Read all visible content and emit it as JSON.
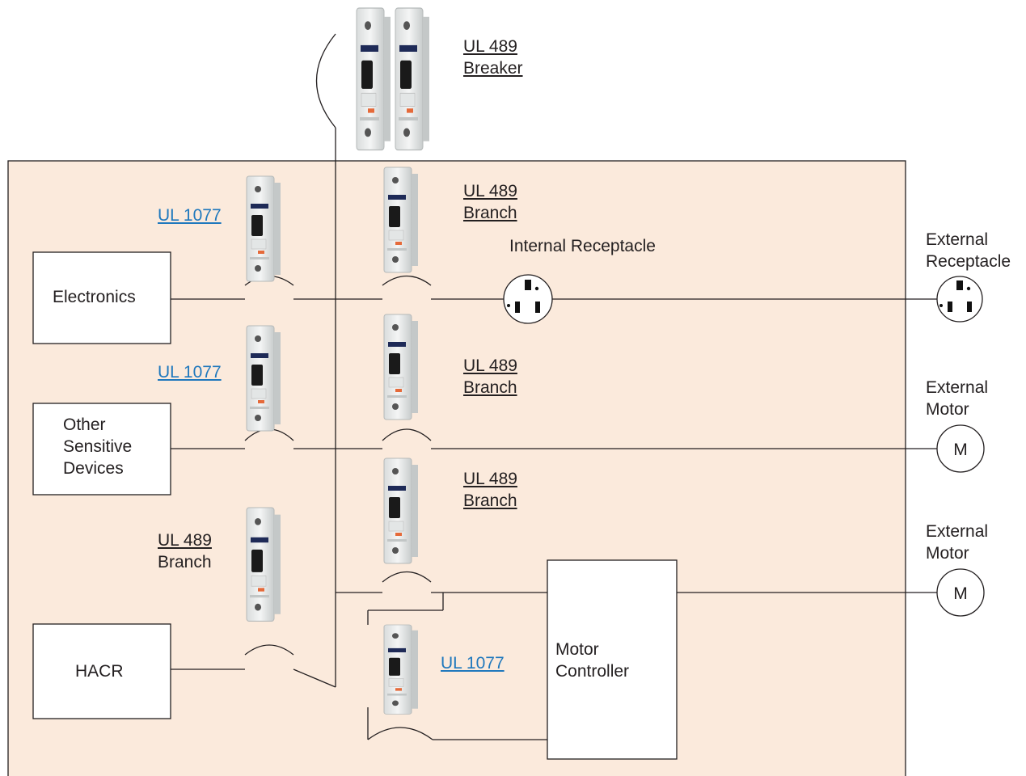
{
  "breaker_main": {
    "line1": "UL 489",
    "line2": "Breaker"
  },
  "branch_labels": [
    {
      "line1": "UL 489",
      "line2": "Branch"
    },
    {
      "line1": "UL 489",
      "line2": "Branch"
    },
    {
      "line1": "UL 489",
      "line2": "Branch"
    },
    {
      "line1": "UL 489",
      "line2": "Branch"
    }
  ],
  "supplementary_links": [
    "UL 1077",
    "UL 1077",
    "UL 1077"
  ],
  "internal_receptacle": "Internal Receptacle",
  "external_receptacle": {
    "line1": "External",
    "line2": "Receptacle"
  },
  "external_motor_1": {
    "line1": "External",
    "line2": "Motor"
  },
  "external_motor_2": {
    "line1": "External",
    "line2": "Motor"
  },
  "motor_symbol": "M",
  "loads": {
    "electronics": "Electronics",
    "sensitive": [
      "Other",
      "Sensitive",
      "Devices"
    ],
    "hacr": "HACR",
    "motor_controller": [
      "Motor",
      "Controller"
    ]
  },
  "colors": {
    "panel_fill": "#fbeadc",
    "link": "#1f78bd",
    "line": "#231f20"
  },
  "icons": [
    "breaker-2pole-icon",
    "breaker-1pole-icon",
    "receptacle-icon",
    "motor-icon"
  ]
}
